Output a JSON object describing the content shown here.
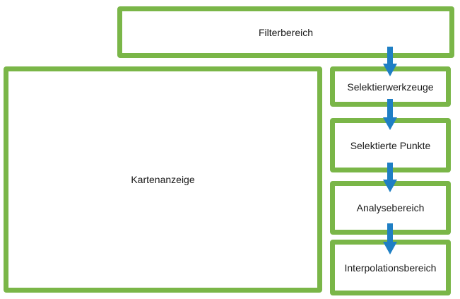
{
  "diagram": {
    "boxes": {
      "filter": "Filterbereich",
      "map": "Kartenanzeige",
      "tools": "Selektierwerkzeuge",
      "points": "Selektierte Punkte",
      "analysis": "Analysebereich",
      "interpolation": "Interpolationsbereich"
    }
  },
  "colors": {
    "box_border": "#7ab648",
    "arrow": "#1f7fc4",
    "text": "#1a1a1a"
  },
  "icons": [
    "arrow-down-icon"
  ]
}
